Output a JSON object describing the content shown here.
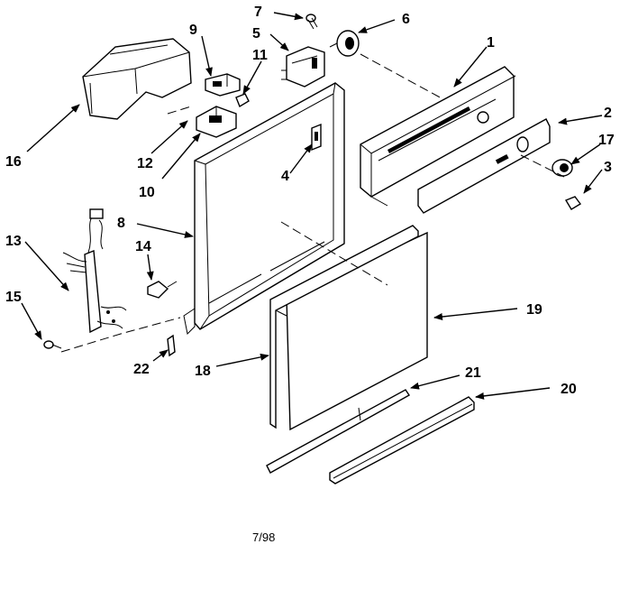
{
  "diagram": {
    "date_code": "7/98",
    "parts": [
      {
        "id": "p1",
        "number": "1"
      },
      {
        "id": "p2",
        "number": "2"
      },
      {
        "id": "p3",
        "number": "3"
      },
      {
        "id": "p4",
        "number": "4"
      },
      {
        "id": "p5",
        "number": "5"
      },
      {
        "id": "p6",
        "number": "6"
      },
      {
        "id": "p7",
        "number": "7"
      },
      {
        "id": "p8",
        "number": "8"
      },
      {
        "id": "p9",
        "number": "9"
      },
      {
        "id": "p10",
        "number": "10"
      },
      {
        "id": "p11",
        "number": "11"
      },
      {
        "id": "p12",
        "number": "12"
      },
      {
        "id": "p13",
        "number": "13"
      },
      {
        "id": "p14",
        "number": "14"
      },
      {
        "id": "p15",
        "number": "15"
      },
      {
        "id": "p16",
        "number": "16"
      },
      {
        "id": "p17",
        "number": "17"
      },
      {
        "id": "p18",
        "number": "18"
      },
      {
        "id": "p19",
        "number": "19"
      },
      {
        "id": "p20",
        "number": "20"
      },
      {
        "id": "p21",
        "number": "21"
      },
      {
        "id": "p22",
        "number": "22"
      }
    ]
  }
}
